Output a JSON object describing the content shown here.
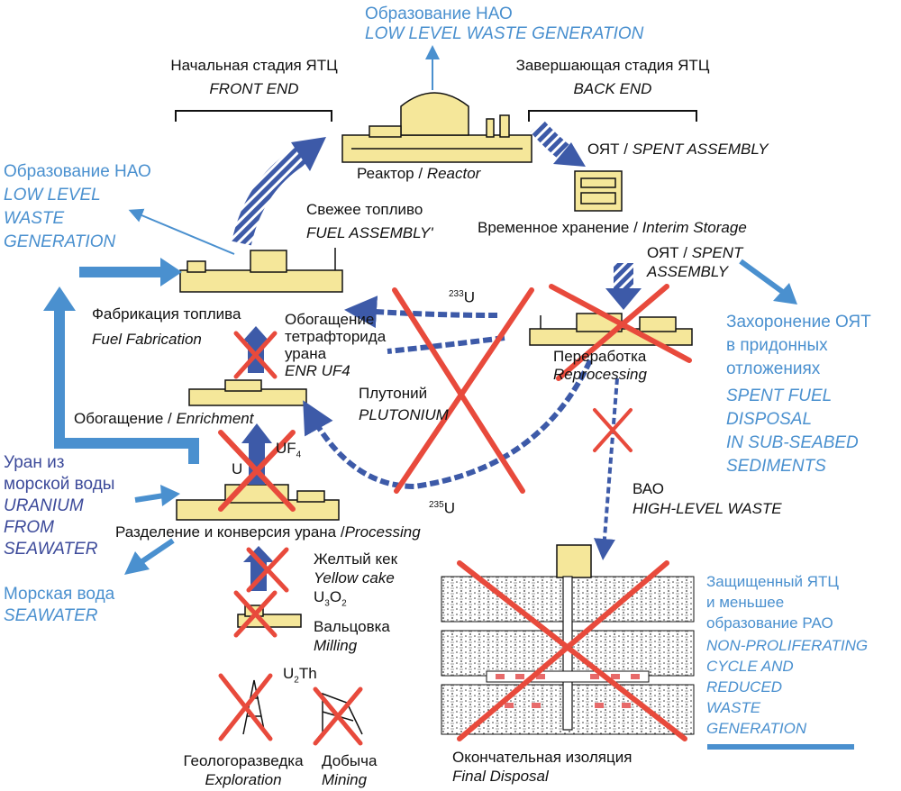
{
  "top": {
    "lw_ru": "Образование НАО",
    "lw_en": "LOW LEVEL WASTE GENERATION"
  },
  "front_end": {
    "ru": "Начальная стадия ЯТЦ",
    "en": "FRONT END"
  },
  "back_end": {
    "ru": "Завершающая стадия ЯТЦ",
    "en": "BACK END"
  },
  "reactor": {
    "ru": "Реактор",
    "en": "Reactor",
    "sep": " / "
  },
  "spent_assembly_1": {
    "ru": "ОЯТ",
    "en": "SPENT ASSEMBLY",
    "sep": " / "
  },
  "fresh_fuel": {
    "ru": "Свежее топливо",
    "en": "FUEL ASSEMBLY'"
  },
  "interim": {
    "ru": "Временное хранение",
    "en": "Interim Storage",
    "sep": " / "
  },
  "spent_assembly_2": {
    "ru": "ОЯТ / ",
    "en1": "SPENT",
    "en2": "ASSEMBLY"
  },
  "left_lw": {
    "ru": "Образование НАО",
    "en1": "LOW LEVEL",
    "en2": "WASTE",
    "en3": "GENERATION"
  },
  "u233": {
    "mass": "233",
    "sym": "U"
  },
  "u235": {
    "mass": "235",
    "sym": "U"
  },
  "fabrication": {
    "ru": "Фабрикация топлива",
    "en": "Fuel Fabrication"
  },
  "enr_uf4": {
    "ru1": "Обогащение",
    "ru2": "тетрафторида",
    "ru3": "урана",
    "en": "ENR UF4"
  },
  "reprocessing": {
    "ru": "Переработка",
    "en": "Reprocessing"
  },
  "seabed": {
    "ru1": "Захоронение ОЯТ",
    "ru2": "в придонных",
    "ru3": "отложениях",
    "en1": "SPENT FUEL",
    "en2": "DISPOSAL",
    "en3": "IN SUB-SEABED",
    "en4": "SEDIMENTS"
  },
  "plutonium": {
    "ru": "Плутоний",
    "en": "PLUTONIUM"
  },
  "enrichment": {
    "ru": "Обогащение / ",
    "en": "Enrichment"
  },
  "uranium_sea": {
    "ru1": "Уран из",
    "ru2": "морской воды",
    "en1": "URANIUM",
    "en2": "FROM",
    "en3": "SEAWATER"
  },
  "uf4": {
    "base": "UF",
    "sub": "4"
  },
  "u_label": "U",
  "vao": {
    "ru": "ВАО",
    "en": "HIGH-LEVEL WASTE"
  },
  "processing": {
    "ru": "Разделение и конверсия урана /",
    "en": "Processing"
  },
  "yellow_cake": {
    "ru": "Желтый кек",
    "en": "Yellow cake",
    "f1": "U",
    "s1": "3",
    "f2": "O",
    "s2": "2"
  },
  "seawater": {
    "ru": "Морская вода",
    "en": "SEAWATER"
  },
  "milling": {
    "ru": "Вальцовка",
    "en": "Milling"
  },
  "protected": {
    "ru1": "Защищенный ЯТЦ",
    "ru2": "и меньшее",
    "ru3": "образование РАО",
    "en1": "NON-PROLIFERATING",
    "en2": "CYCLE AND",
    "en3": "REDUCED",
    "en4": "WASTE",
    "en5": "GENERATION"
  },
  "u2th": {
    "f1": "U",
    "s1": "2",
    "f2": "Th"
  },
  "exploration": {
    "ru": "Геологоразведка",
    "en": "Exploration"
  },
  "mining": {
    "ru": "Добыча",
    "en": "Mining"
  },
  "final_disposal": {
    "ru": "Окончательная изоляция",
    "en": "Final Disposal"
  },
  "colors": {
    "blue": "#4a90cf",
    "dark_blue": "#3d5aa8",
    "navy": "#3c4a9a",
    "red": "#e84a3c",
    "yellow": "#f5e79a"
  }
}
